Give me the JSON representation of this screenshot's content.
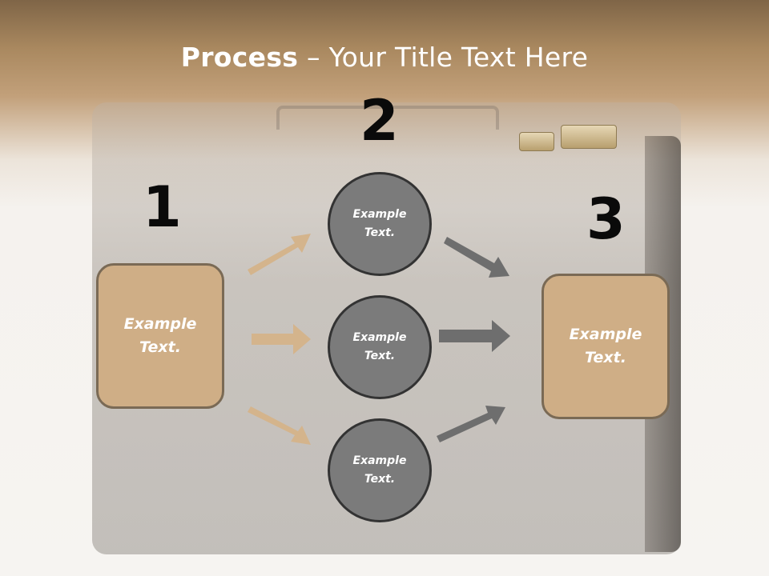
{
  "title": {
    "bold": "Process",
    "rest": " – Your Title Text Here"
  },
  "steps": {
    "one": {
      "number": "1",
      "text": "Example\nText."
    },
    "two": {
      "number": "2",
      "items": [
        "Example\nText.",
        "Example\nText.",
        "Example\nText."
      ]
    },
    "three": {
      "number": "3",
      "text": "Example\nText."
    }
  },
  "colors": {
    "tan": "#cfae86",
    "gray": "#7b7b7b",
    "tan_arrow": "#d4b48c",
    "gray_arrow": "#6e6e6e"
  }
}
